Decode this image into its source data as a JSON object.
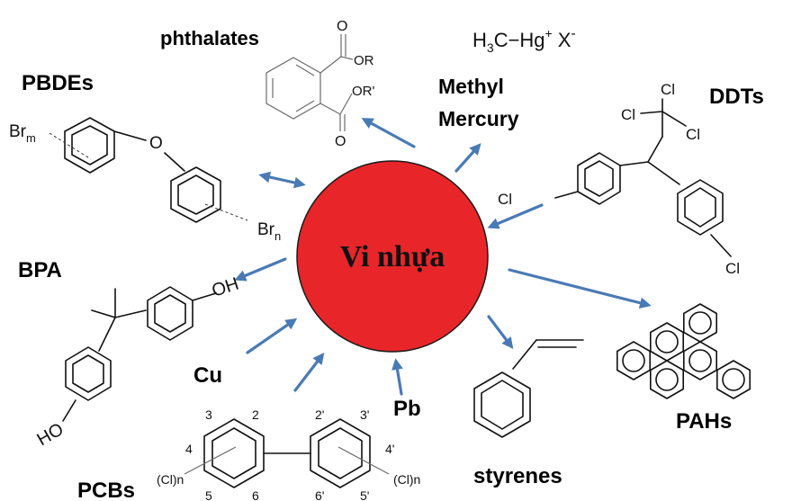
{
  "center": {
    "label": "Vi nhựa",
    "fill": "#e8262a",
    "stroke": "#1a1a1a"
  },
  "arrow_color": "#4a7ab5",
  "labels": {
    "phthalates": "phthalates",
    "methyl_mercury_line1": "Methyl",
    "methyl_mercury_line2": "Mercury",
    "ddts": "DDTs",
    "pbdes": "PBDEs",
    "bpa": "BPA",
    "cu": "Cu",
    "pb": "Pb",
    "pahs": "PAHs",
    "styrenes": "styrenes",
    "pcbs": "PCBs"
  },
  "formula": {
    "h": "H",
    "sub3": "3",
    "c_hg": "C−Hg",
    "plus": "+",
    "x": "X",
    "minus": "-"
  },
  "atoms": {
    "phthalate_o1": "O",
    "phthalate_or1": "OR",
    "phthalate_o2": "O",
    "phthalate_or2": "OR'",
    "pbde_br_left": "Br",
    "pbde_m": "m",
    "pbde_o": "O",
    "pbde_br_right": "Br",
    "pbde_n": "n",
    "ddt_cl1": "Cl",
    "ddt_cl2": "Cl",
    "ddt_cl3": "Cl",
    "ddt_cl_left": "Cl",
    "ddt_cl_right": "Cl",
    "bpa_oh": "OH",
    "bpa_ho": "HO",
    "pcb_cl_left": "(Cl)n",
    "pcb_cl_right": "(Cl)n",
    "pcb_n2": "2",
    "pcb_n3": "3",
    "pcb_n4": "4",
    "pcb_n5": "5",
    "pcb_n6": "6",
    "pcb_n2p": "2'",
    "pcb_n3p": "3'",
    "pcb_n4p": "4'",
    "pcb_n5p": "5'",
    "pcb_n6p": "6'"
  }
}
